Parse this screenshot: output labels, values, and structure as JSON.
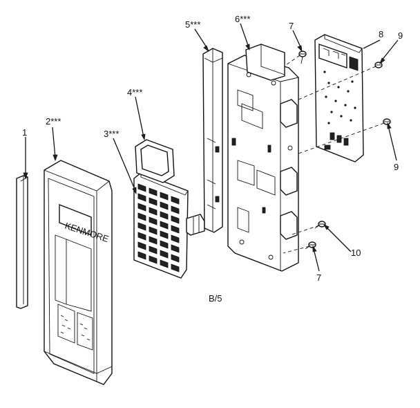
{
  "brand_text": "KENMORE",
  "page_ref": "B/5",
  "callouts": [
    {
      "id": "1",
      "text": "1"
    },
    {
      "id": "2",
      "text": "2***"
    },
    {
      "id": "3",
      "text": "3***"
    },
    {
      "id": "4",
      "text": "4***"
    },
    {
      "id": "5",
      "text": "5***"
    },
    {
      "id": "6",
      "text": "6***"
    },
    {
      "id": "7a",
      "text": "7"
    },
    {
      "id": "7b",
      "text": "7"
    },
    {
      "id": "8",
      "text": "8"
    },
    {
      "id": "9a",
      "text": "9"
    },
    {
      "id": "9b",
      "text": "9"
    },
    {
      "id": "10",
      "text": "10"
    }
  ]
}
